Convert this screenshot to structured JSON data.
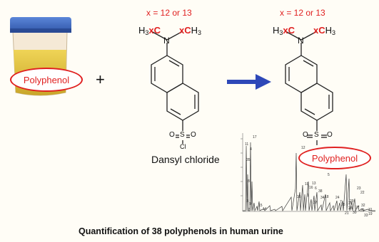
{
  "isotope_label_left": "x = 12 or 13",
  "isotope_label_right": "x = 12 or 13",
  "reagent": {
    "name": "Dansyl chloride",
    "methyl_left": {
      "main": "H",
      "sub": "3",
      "iso": "x",
      "atom": "C"
    },
    "methyl_right": {
      "iso": "x",
      "atom": "C",
      "main": "H",
      "sub": "3"
    },
    "nitrogen": "N",
    "sulfonyl": {
      "o_left": "O",
      "s": "S",
      "o_right": "O",
      "cl": "Cl"
    }
  },
  "product": {
    "methyl_left": {
      "main": "H",
      "sub": "3",
      "iso": "x",
      "atom": "C"
    },
    "methyl_right": {
      "iso": "x",
      "atom": "C",
      "main": "H",
      "sub": "3"
    },
    "nitrogen": "N",
    "sulfonyl": {
      "o_left": "O",
      "s": "S",
      "o_right": "O"
    },
    "attached": "Polyphenol"
  },
  "sample_label": "Polyphenol",
  "plus_sign": "+",
  "colors": {
    "accent_red": "#e02020",
    "arrow": "#2e48b8",
    "urine": "#e0c53a",
    "cap": "#3f6fc7"
  },
  "chromatogram_peak_labels": [
    "11",
    "35",
    "4",
    "17",
    "8",
    "3",
    "9",
    "2",
    "15",
    "12",
    "14",
    "10",
    "16",
    "36",
    "1",
    "5",
    "38",
    "24",
    "23",
    "22",
    "20",
    "21",
    "19",
    "7",
    "25",
    "26",
    "27",
    "29",
    "31",
    "6",
    "13",
    "34",
    "37",
    "28",
    "18",
    "30",
    "32",
    "33"
  ],
  "caption": "Quantification of 38 polyphenols in human urine"
}
